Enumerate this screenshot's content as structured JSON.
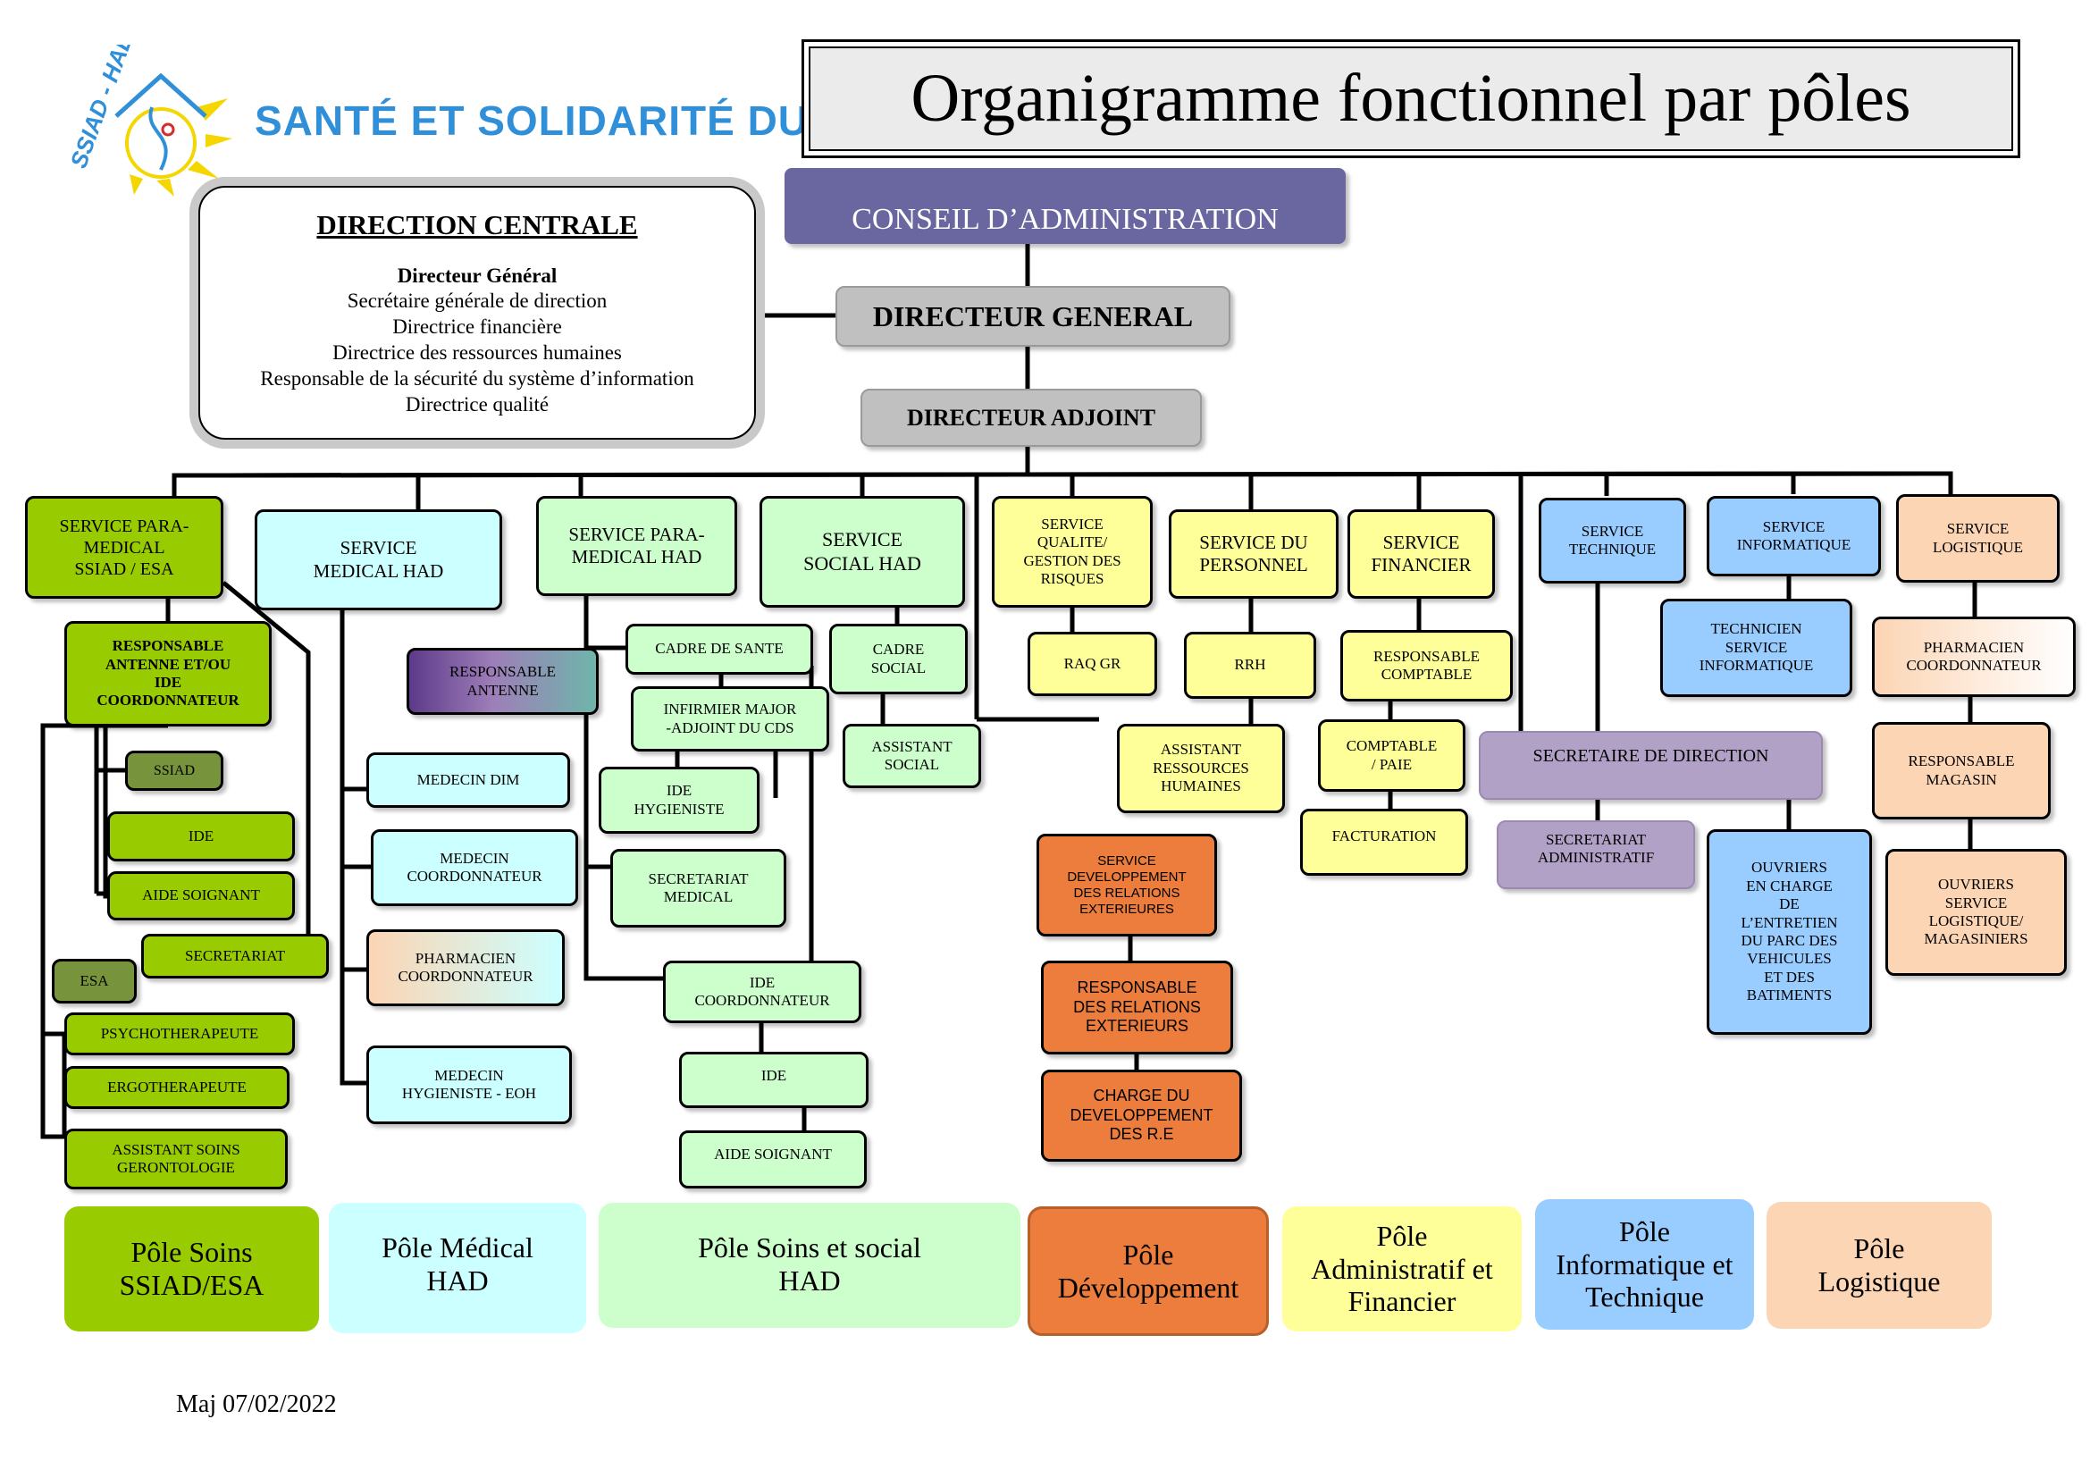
{
  "header": {
    "title": "Organigramme fonctionnel par pôles",
    "logo_arc_text": "SSIAD - HAD",
    "brand": "SANTÉ ET SOLIDARITÉ DU VAR"
  },
  "direction_centrale": {
    "title": "DIRECTION CENTRALE",
    "head": "Directeur Général",
    "lines": [
      "Secrétaire générale de direction",
      "Directrice financière",
      "Directrice des ressources humaines",
      "Responsable de la sécurité du système d’information",
      "Directrice qualité"
    ]
  },
  "top": {
    "ca": "CONSEIL D’ADMINISTRATION",
    "dg": "DIRECTEUR GENERAL",
    "da": "DIRECTEUR ADJOINT"
  },
  "colors": {
    "pole_ssiad": "#99cc00",
    "pole_ssiad_dark": "#77933c",
    "pole_medical": "#ccffff",
    "pole_soins_social": "#ccffcc",
    "pole_dev": "#ec7d3c",
    "pole_admin": "#ffff99",
    "pole_info": "#99ccff",
    "pole_log": "#fcd5b4",
    "purple": "#b2a1c7",
    "ca": "#6a67a0",
    "grey": "#c0c0c0"
  },
  "nodes": {
    "service_para_ssiad": "SERVICE PARA-\nMEDICAL\nSSIAD / ESA",
    "resp_antenne_ide": "RESPONSABLE\nANTENNE ET/OU\nIDE\nCOORDONNATEUR",
    "ssiad": "SSIAD",
    "ide_ssiad": "IDE",
    "aide_soignant_ssiad": "AIDE SOIGNANT",
    "secretariat_ssiad": "SECRETARIAT",
    "esa": "ESA",
    "psychotherapeute": "PSYCHOTHERAPEUTE",
    "ergotherapeute": "ERGOTHERAPEUTE",
    "asg": "ASSISTANT SOINS\nGERONTOLOGIE",
    "service_medical_had": "SERVICE\nMEDICAL HAD",
    "resp_antenne_had": "RESPONSABLE\nANTENNE",
    "medecin_dim": "MEDECIN DIM",
    "medecin_coord": "MEDECIN\nCOORDONNATEUR",
    "pharmacien_coord_had": "PHARMACIEN\nCOORDONNATEUR",
    "medecin_hyg": "MEDECIN\nHYGIENISTE - EOH",
    "service_para_had": "SERVICE PARA-\nMEDICAL HAD",
    "cadre_sante": "CADRE DE SANTE",
    "inf_major": "INFIRMIER MAJOR\n-ADJOINT DU CDS",
    "ide_hyg": "IDE\nHYGIENISTE",
    "secr_medical": "SECRETARIAT\nMEDICAL",
    "ide_coord_had": "IDE\nCOORDONNATEUR",
    "ide_had": "IDE",
    "aide_soignant_had": "AIDE SOIGNANT",
    "service_social_had": "SERVICE\nSOCIAL HAD",
    "cadre_social": "CADRE\nSOCIAL",
    "assistant_social": "ASSISTANT\nSOCIAL",
    "service_qualite": "SERVICE\nQUALITE/\nGESTION DES\nRISQUES",
    "raq_gr": "RAQ GR",
    "service_dev": "SERVICE\nDEVELOPPEMENT\nDES RELATIONS\nEXTERIEURES",
    "resp_rel_ext": "RESPONSABLE\nDES RELATIONS\nEXTERIEURS",
    "charge_dev": "CHARGE DU\nDEVELOPPEMENT\nDES R.E",
    "service_personnel": "SERVICE DU\nPERSONNEL",
    "rrh": "RRH",
    "assistant_rh": "ASSISTANT\nRESSOURCES\nHUMAINES",
    "service_financier": "SERVICE\nFINANCIER",
    "resp_comptable": "RESPONSABLE\nCOMPTABLE",
    "comptable_paie": "COMPTABLE\n/ PAIE",
    "facturation": "FACTURATION",
    "service_technique": "SERVICE\nTECHNIQUE",
    "secretaire_direction": "SECRETAIRE DE DIRECTION",
    "secr_admin": "SECRETARIAT\nADMINISTRATIF",
    "ouvriers_entretien": "OUVRIERS\nEN CHARGE\nDE\nL’ENTRETIEN\nDU PARC DES\nVEHICULES\nET DES\nBATIMENTS",
    "service_informatique": "SERVICE\nINFORMATIQUE",
    "technicien_info": "TECHNICIEN\nSERVICE\nINFORMATIQUE",
    "service_logistique": "SERVICE\nLOGISTIQUE",
    "pharmacien_coord_log": "PHARMACIEN\nCOORDONNATEUR",
    "resp_magasin": "RESPONSABLE\nMAGASIN",
    "ouvriers_log": "OUVRIERS\nSERVICE\nLOGISTIQUE/\nMAGASINIERS"
  },
  "poles": {
    "ssiad": "Pôle Soins\nSSIAD/ESA",
    "medical": "Pôle Médical\nHAD",
    "soins_social": "Pôle Soins et social\nHAD",
    "dev": "Pôle\nDéveloppement",
    "admin": "Pôle\nAdministratif et\nFinancier",
    "info": "Pôle\nInformatique et\nTechnique",
    "log": "Pôle\nLogistique"
  },
  "footer": {
    "maj": "Maj 07/02/2022"
  }
}
